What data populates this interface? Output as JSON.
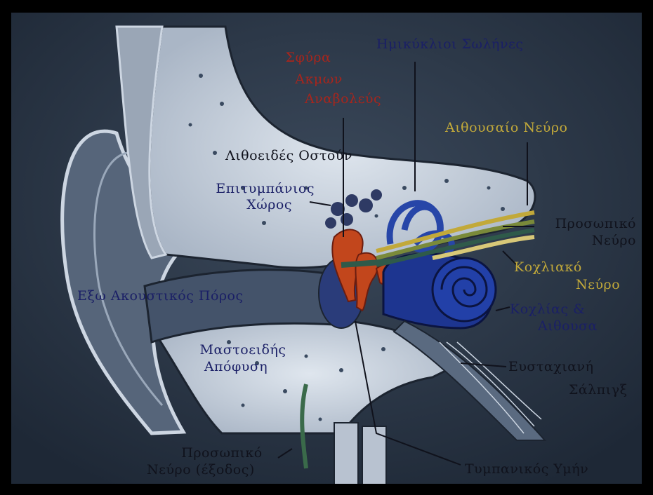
{
  "labels": {
    "ossicles": [
      "Σφύρα",
      "Ακμων",
      "Αναβολεύς"
    ],
    "semicircular_canals": "Ημικύκλιοι Σωλήνες",
    "vestibular_nerve": "Αιθουσαίο Νεύρο",
    "petrous_bone": "Λιθοειδές Οστούν",
    "epitympanic_space": [
      "Επιτυμπάνιος",
      "Χώρος"
    ],
    "facial_nerve": [
      "Προσωπικό",
      "Νεύρο"
    ],
    "cochlear_nerve": [
      "Κοχλιακό",
      "Νεύρο"
    ],
    "external_canal": "Εξω Ακουστικός Πόρος",
    "cochlea_vestibule": [
      "Κοχλίας &",
      "Αιθουσα"
    ],
    "mastoid_process": [
      "Μαστοειδής",
      "Απόφυση"
    ],
    "eustachian_tube": [
      "Ευσταχιανή",
      "Σάλπιγξ"
    ],
    "facial_nerve_exit": [
      "Προσωπικό",
      "Νεύρο (έξοδος)"
    ],
    "tympanic_membrane": "Τυμπανικός Υμήν"
  },
  "colors": {
    "background": "#000000",
    "illustration_bg": "#2a3544",
    "red_label": "#a8251c",
    "navy_label": "#1a1f66",
    "gold_label": "#c2a93a",
    "ossicle": "#c2461c",
    "inner_ear": "#1d3590",
    "bone": "#cdd6e2"
  }
}
